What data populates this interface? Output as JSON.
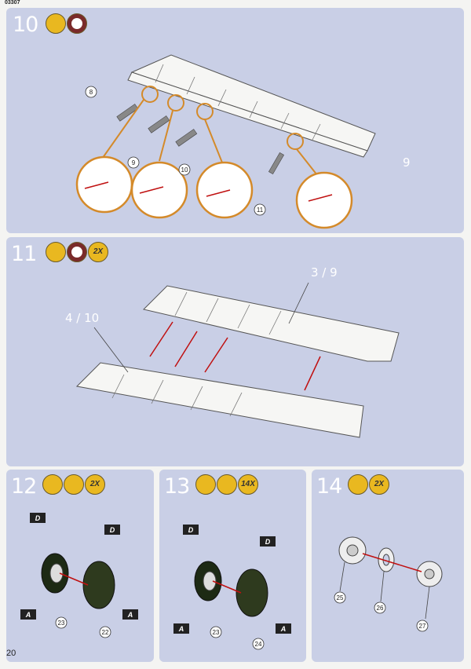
{
  "header": {
    "code": "03307"
  },
  "page": {
    "number": "20"
  },
  "steps": [
    {
      "number": "10",
      "icons": [
        "glue-icon",
        "clock-icon"
      ],
      "parts": [
        "8",
        "9",
        "10",
        "11"
      ],
      "callout": "9"
    },
    {
      "number": "11",
      "icons": [
        "glue-icon",
        "clock-icon"
      ],
      "quantity": "2X",
      "callouts": [
        "3 / 9",
        "4 / 10"
      ]
    },
    {
      "number": "12",
      "icons": [
        "glue-icon",
        "brush-icon"
      ],
      "quantity": "2X",
      "parts": [
        "23",
        "22"
      ],
      "decals": [
        "D",
        "D",
        "A",
        "A"
      ]
    },
    {
      "number": "13",
      "icons": [
        "glue-icon",
        "brush-icon"
      ],
      "quantity": "14X",
      "parts": [
        "23",
        "24"
      ],
      "decals": [
        "D",
        "D",
        "A",
        "A"
      ]
    },
    {
      "number": "14",
      "icons": [
        "glue-icon"
      ],
      "quantity": "2X",
      "parts": [
        "25",
        "26",
        "27"
      ]
    }
  ],
  "colors": {
    "panel": "#c9cfe6",
    "callout_ring": "#d48a2a",
    "arrow": "#c01010",
    "glue": "#e9b820"
  }
}
